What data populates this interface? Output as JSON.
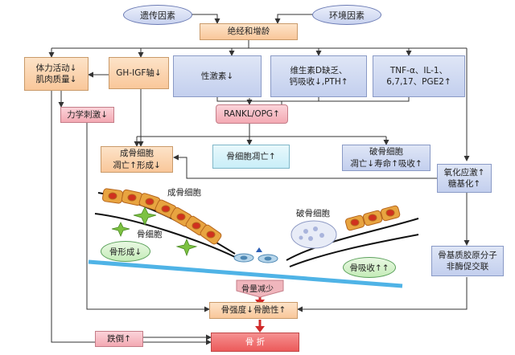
{
  "nodes": {
    "genetic": "遗传因素",
    "environment": "环境因素",
    "aging": "绝经和增龄",
    "activity": "体力活动↓\n肌肉质量↓",
    "gh_igf": "GH-IGF轴↓",
    "sex_hormone": "性激素↓",
    "vitd": "维生素D缺乏、\n钙吸收↓,PTH↑",
    "cytokines": "TNF-α、IL-1、\n6,7,17、PGE2↑",
    "mech_stim": "力学刺激↓",
    "rankl": "RANKL/OPG↑",
    "osteoblast_box": "成骨细胞\n凋亡↑形成↓",
    "osteocyte_box": "骨细胞凋亡↑",
    "osteoclast_box": "破骨细胞\n凋亡↓寿命↑吸收↑",
    "oxidative": "氧化应激↑\n糖基化↑",
    "collagen": "骨基质胶原分子\n非酶促交联",
    "bone_strength": "骨强度↓骨脆性↑",
    "falls": "跌倒↑",
    "fracture": "骨  折"
  },
  "illustration": {
    "osteoblast_label": "成骨细胞",
    "osteocyte_label": "骨细胞",
    "osteoclast_label": "破骨细胞",
    "bone_formation": "骨形成↓",
    "bone_resorption": "骨吸收↑↑",
    "bone_loss": "骨量减少"
  }
}
